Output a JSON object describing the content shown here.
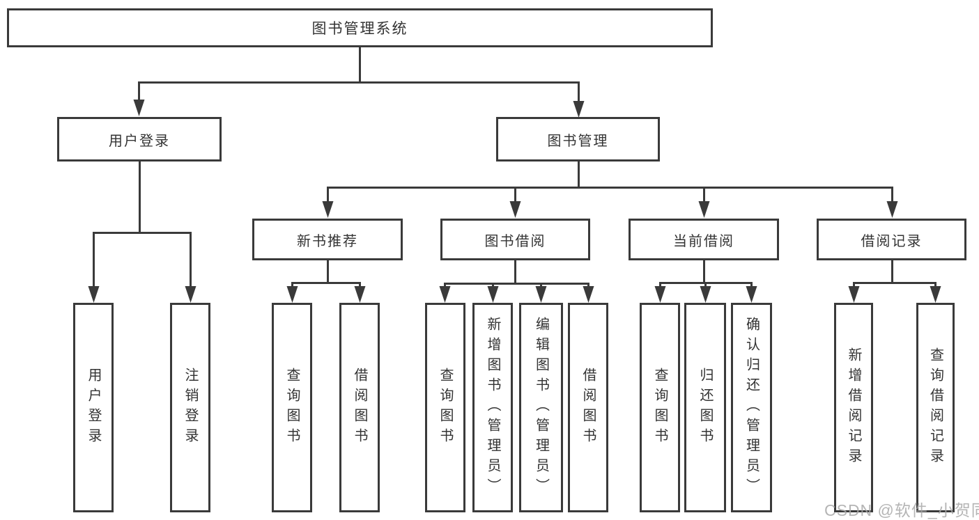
{
  "diagram": {
    "title_node": {
      "label": "图书管理系统"
    },
    "level2": [
      {
        "label": "用户登录"
      },
      {
        "label": "图书管理"
      }
    ],
    "level3": [
      {
        "label": "新书推荐",
        "parent": "图书管理"
      },
      {
        "label": "图书借阅",
        "parent": "图书管理"
      },
      {
        "label": "当前借阅",
        "parent": "图书管理"
      },
      {
        "label": "借阅记录",
        "parent": "图书管理"
      }
    ],
    "leaves": [
      {
        "label": "用户登录",
        "parent": "用户登录"
      },
      {
        "label": "注销登录",
        "parent": "用户登录"
      },
      {
        "label": "查询图书",
        "parent": "新书推荐"
      },
      {
        "label": "借阅图书",
        "parent": "新书推荐"
      },
      {
        "label": "查询图书",
        "parent": "图书借阅"
      },
      {
        "label": "新增图书（管理员）",
        "parent": "图书借阅"
      },
      {
        "label": "编辑图书（管理员）",
        "parent": "图书借阅"
      },
      {
        "label": "借阅图书",
        "parent": "图书借阅"
      },
      {
        "label": "查询图书",
        "parent": "当前借阅"
      },
      {
        "label": "归还图书",
        "parent": "当前借阅"
      },
      {
        "label": "确认归还（管理员）",
        "parent": "当前借阅"
      },
      {
        "label": "新增借阅记录",
        "parent": "借阅记录"
      },
      {
        "label": "查询借阅记录",
        "parent": "借阅记录"
      }
    ]
  },
  "watermark": {
    "text": "CSDN @软件_小贺同学"
  },
  "colors": {
    "line": "#3a3a3a",
    "text": "#333333",
    "background": "#ffffff",
    "watermark": "#a8a8a8"
  }
}
